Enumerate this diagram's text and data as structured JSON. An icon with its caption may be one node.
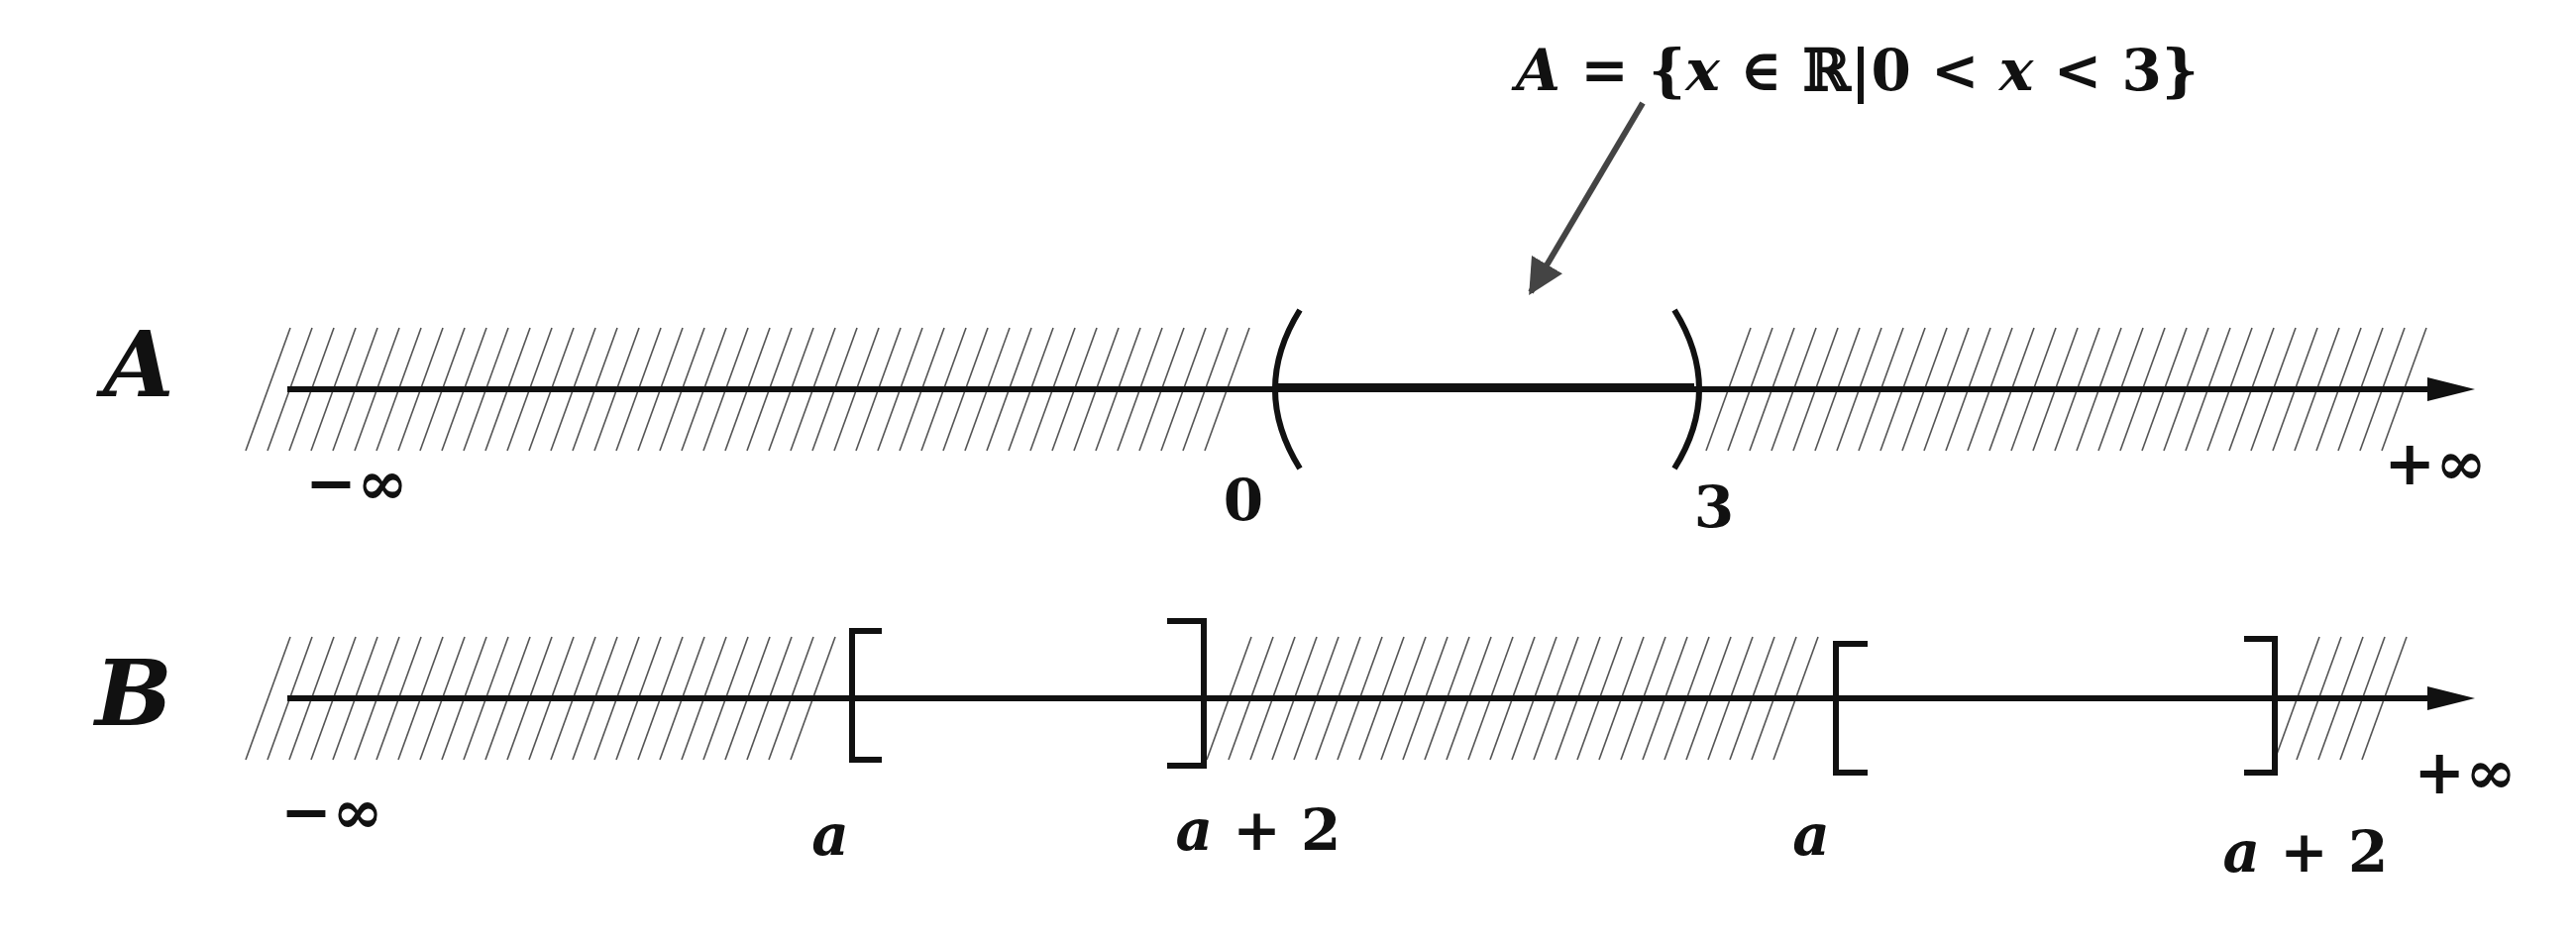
{
  "diagram": {
    "nodes": [
      {
        "text": [
          "*A* = {*x* ∈ ℝ|0 < *x* < 3}"
        ]
      },
      {
        "text": [],
        "shape": "bar"
      }
    ],
    "edges": [
      {
        "from": 0,
        "to": 1,
        "arrow": "to"
      }
    ],
    "labels": [
      "A",
      "−∞",
      "0",
      "3",
      "+∞",
      "B",
      "−∞",
      "a",
      "*a* + 2",
      "a",
      "*a* + 2",
      "+∞"
    ]
  }
}
